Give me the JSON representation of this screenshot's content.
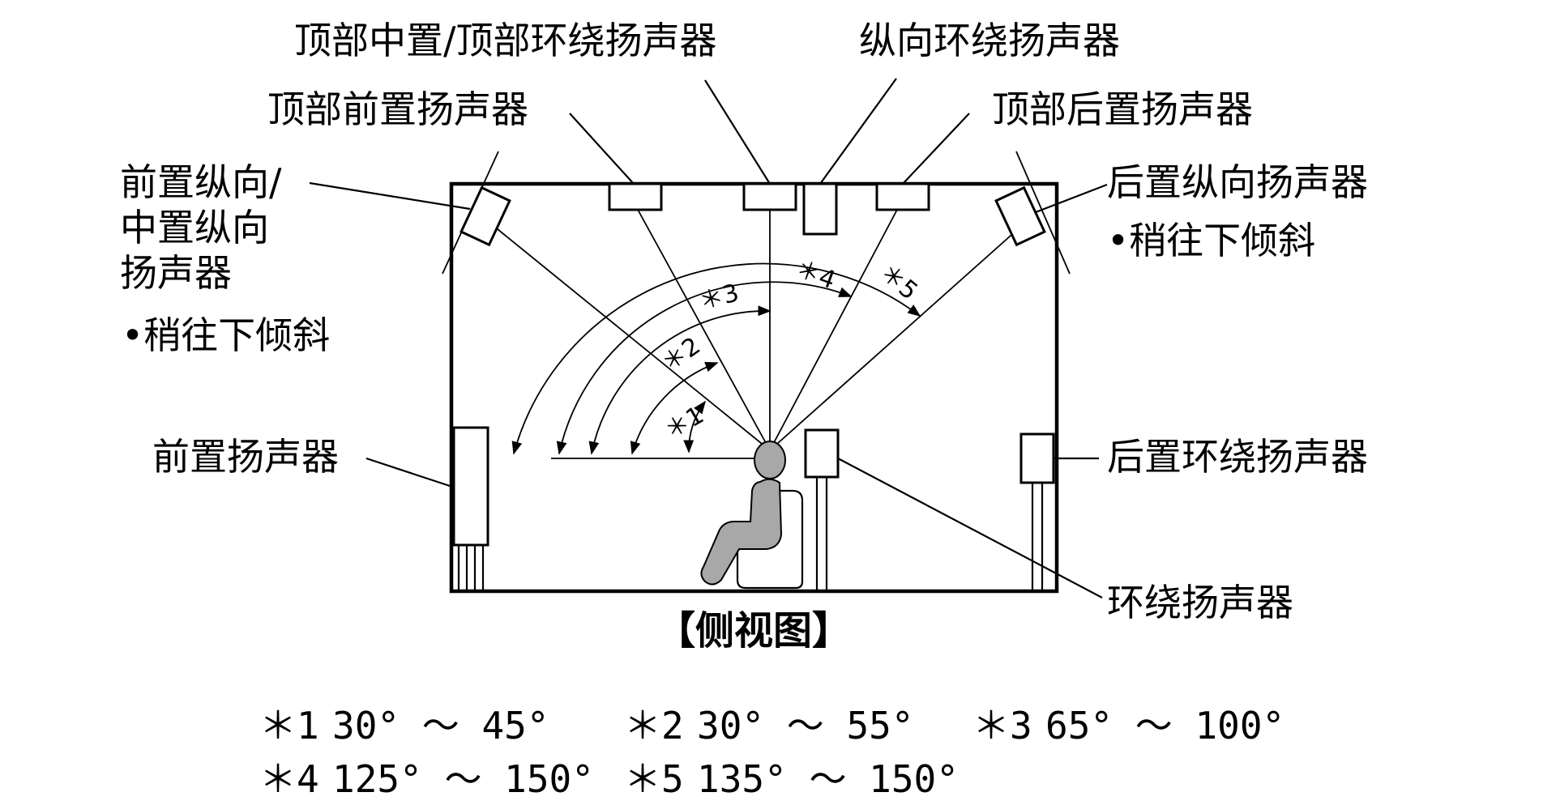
{
  "labels": {
    "top_middle_top_surround": "顶部中置/顶部环绕扬声器",
    "vertical_surround": "纵向环绕扬声器",
    "top_front": "顶部前置扬声器",
    "top_rear": "顶部后置扬声器",
    "front_height_line1": "前置纵向/",
    "front_height_line2": "中置纵向",
    "front_height_line3": "扬声器",
    "front_height_note": "•稍往下倾斜",
    "rear_height": "后置纵向扬声器",
    "rear_height_note": "•稍往下倾斜",
    "front": "前置扬声器",
    "rear_surround": "后置环绕扬声器",
    "surround": "环绕扬声器"
  },
  "caption": "【侧视图】",
  "angle_marks": [
    "＊1",
    "＊2",
    "＊3",
    "＊4",
    "＊5"
  ],
  "angle_ranges": [
    {
      "mark": "＊1",
      "range": "30° ～ 45°"
    },
    {
      "mark": "＊2",
      "range": "30° ～ 55°"
    },
    {
      "mark": "＊3",
      "range": "65° ～ 100°"
    },
    {
      "mark": "＊4",
      "range": "125° ～ 150°"
    },
    {
      "mark": "＊5",
      "range": "135° ～ 150°"
    }
  ]
}
